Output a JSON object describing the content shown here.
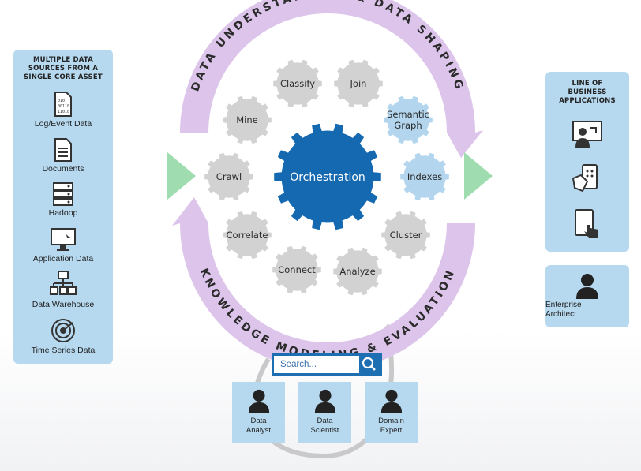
{
  "left_panel": {
    "title": "MULTIPLE DATA\nSOURCES FROM A\nSINGLE CORE ASSET",
    "items": [
      {
        "label": "Log/Event Data",
        "icon": "binary-file-icon"
      },
      {
        "label": "Documents",
        "icon": "document-icon"
      },
      {
        "label": "Hadoop",
        "icon": "server-rack-icon"
      },
      {
        "label": "Application Data",
        "icon": "monitor-icon"
      },
      {
        "label": "Data Warehouse",
        "icon": "hierarchy-icon"
      },
      {
        "label": "Time Series Data",
        "icon": "target-icon"
      }
    ]
  },
  "right_panel": {
    "title": "LINE OF\nBUSINESS\nAPPLICATIONS",
    "icons": [
      "presentation-screen-icon",
      "tablet-hand-icon",
      "tablet-touch-icon"
    ]
  },
  "architect_panel": {
    "label": "Enterprise\nArchitect",
    "icon": "person-icon"
  },
  "diagram": {
    "top_arc_text": "DATA UNDERSTANDING & DATA SHAPING",
    "bottom_arc_text": "KNOWLEDGE MODELING & EVALUATION",
    "center_gear": "Orchestration",
    "gears": {
      "classify": "Classify",
      "join": "Join",
      "mine": "Mine",
      "semantic_1": "Semantic",
      "semantic_2": "Graph",
      "crawl": "Crawl",
      "indexes": "Indexes",
      "correlate": "Correlate",
      "cluster": "Cluster",
      "connect": "Connect",
      "analyze": "Analyze"
    },
    "colors": {
      "arc": "#dcc4ea",
      "gear_gray": "#d2d2d2",
      "gear_blue": "#b3d6ee",
      "center": "#1569b0",
      "arrow": "#9fdcb0"
    }
  },
  "search": {
    "placeholder": "Search..."
  },
  "personas": [
    {
      "label": "Data\nAnalyst"
    },
    {
      "label": "Data\nScientist"
    },
    {
      "label": "Domain\nExpert"
    }
  ]
}
